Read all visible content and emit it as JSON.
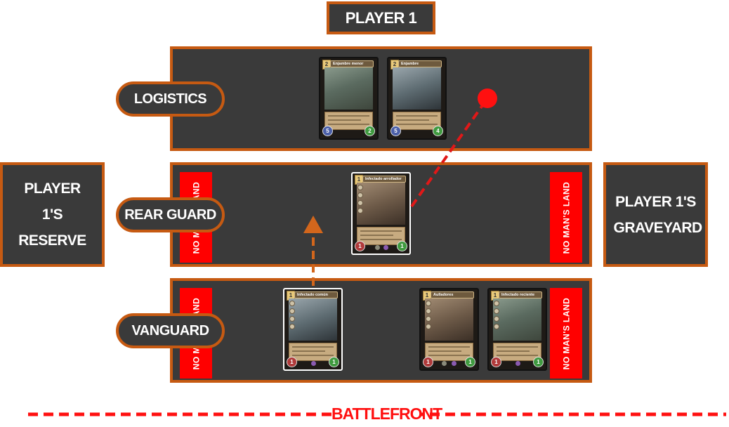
{
  "header": {
    "title": "PLAYER 1"
  },
  "side_panels": {
    "reserve": "PLAYER 1'S RESERVE",
    "graveyard": "PLAYER 1'S GRAVEYARD"
  },
  "zones": {
    "logistics": "LOGISTICS",
    "rear_guard": "REAR GUARD",
    "vanguard": "VANGUARD"
  },
  "no_mans_land": "NO MAN'S LAND",
  "battlefront": "BATTLEFRONT",
  "cards": {
    "logistics": [
      {
        "name": "Enjambre menor",
        "cost": "2",
        "left_stat": "5",
        "right_stat": "2",
        "left_color": "blue"
      },
      {
        "name": "Enjambre",
        "cost": "2",
        "left_stat": "5",
        "right_stat": "4",
        "left_color": "blue"
      }
    ],
    "rear_guard": [
      {
        "name": "Infectado arrollador",
        "cost": "1",
        "left_stat": "1",
        "right_stat": "1",
        "left_color": "red",
        "selected": true
      }
    ],
    "vanguard": [
      {
        "name": "Infectado común",
        "cost": "1",
        "left_stat": "1",
        "right_stat": "1",
        "left_color": "red",
        "selected": true
      },
      {
        "name": "Aulladores",
        "cost": "1",
        "left_stat": "1",
        "right_stat": "1",
        "left_color": "red"
      },
      {
        "name": "Infectado reciente",
        "cost": "1",
        "left_stat": "1",
        "right_stat": "1",
        "left_color": "red"
      }
    ]
  },
  "colors": {
    "accent": "#c65a12",
    "panel": "#3a3a3a",
    "battlefront": "#ff1010",
    "no_mans_land": "#ff0000"
  }
}
